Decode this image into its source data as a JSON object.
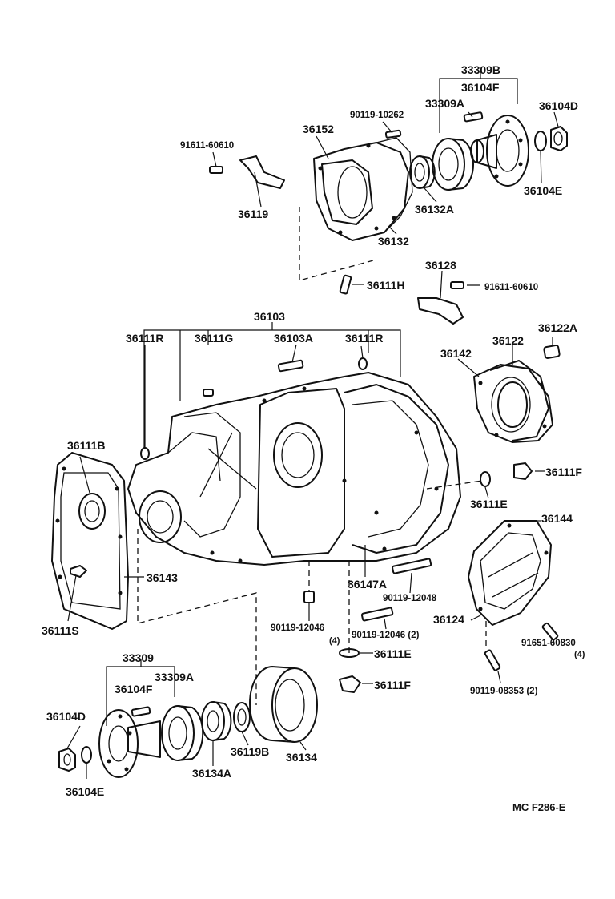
{
  "diagram": {
    "code": "MC F286-E",
    "labels": {
      "p33309B": "33309B",
      "p36104F_top": "36104F",
      "p33309A_top": "33309A",
      "p36104D_top": "36104D",
      "p90119_10262": "90119-10262",
      "p36152": "36152",
      "p91611_60610_a": "91611-60610",
      "p36119": "36119",
      "p36104E_top": "36104E",
      "p36132A": "36132A",
      "p36132": "36132",
      "p36128": "36128",
      "p36111H": "36111H",
      "p91611_60610_b": "91611-60610",
      "p36103": "36103",
      "p36111R_left": "36111R",
      "p36111G": "36111G",
      "p36103A": "36103A",
      "p36111R_mid": "36111R",
      "p36122A": "36122A",
      "p36122": "36122",
      "p36142": "36142",
      "p36111B": "36111B",
      "p36111F_right": "36111F",
      "p36111E_right": "36111E",
      "p36144": "36144",
      "p36143": "36143",
      "p36147A": "36147A",
      "p90119_12048": "90119-12048",
      "p36111S": "36111S",
      "p90119_12046_a": "90119-12046",
      "p_qty4_a": "(4)",
      "p90119_12046_b": "90119-12046 (2)",
      "p36124": "36124",
      "p91651_60830": "91651-60830",
      "p_qty4_b": "(4)",
      "p36111E_bottom": "36111E",
      "p33309": "33309",
      "p36104F_bottom": "36104F",
      "p33309A_bottom": "33309A",
      "p36111F_bottom": "36111F",
      "p90119_08353": "90119-08353 (2)",
      "p36104D_bottom": "36104D",
      "p36119B": "36119B",
      "p36134": "36134",
      "p36104E_bottom": "36104E",
      "p36134A": "36134A"
    }
  }
}
